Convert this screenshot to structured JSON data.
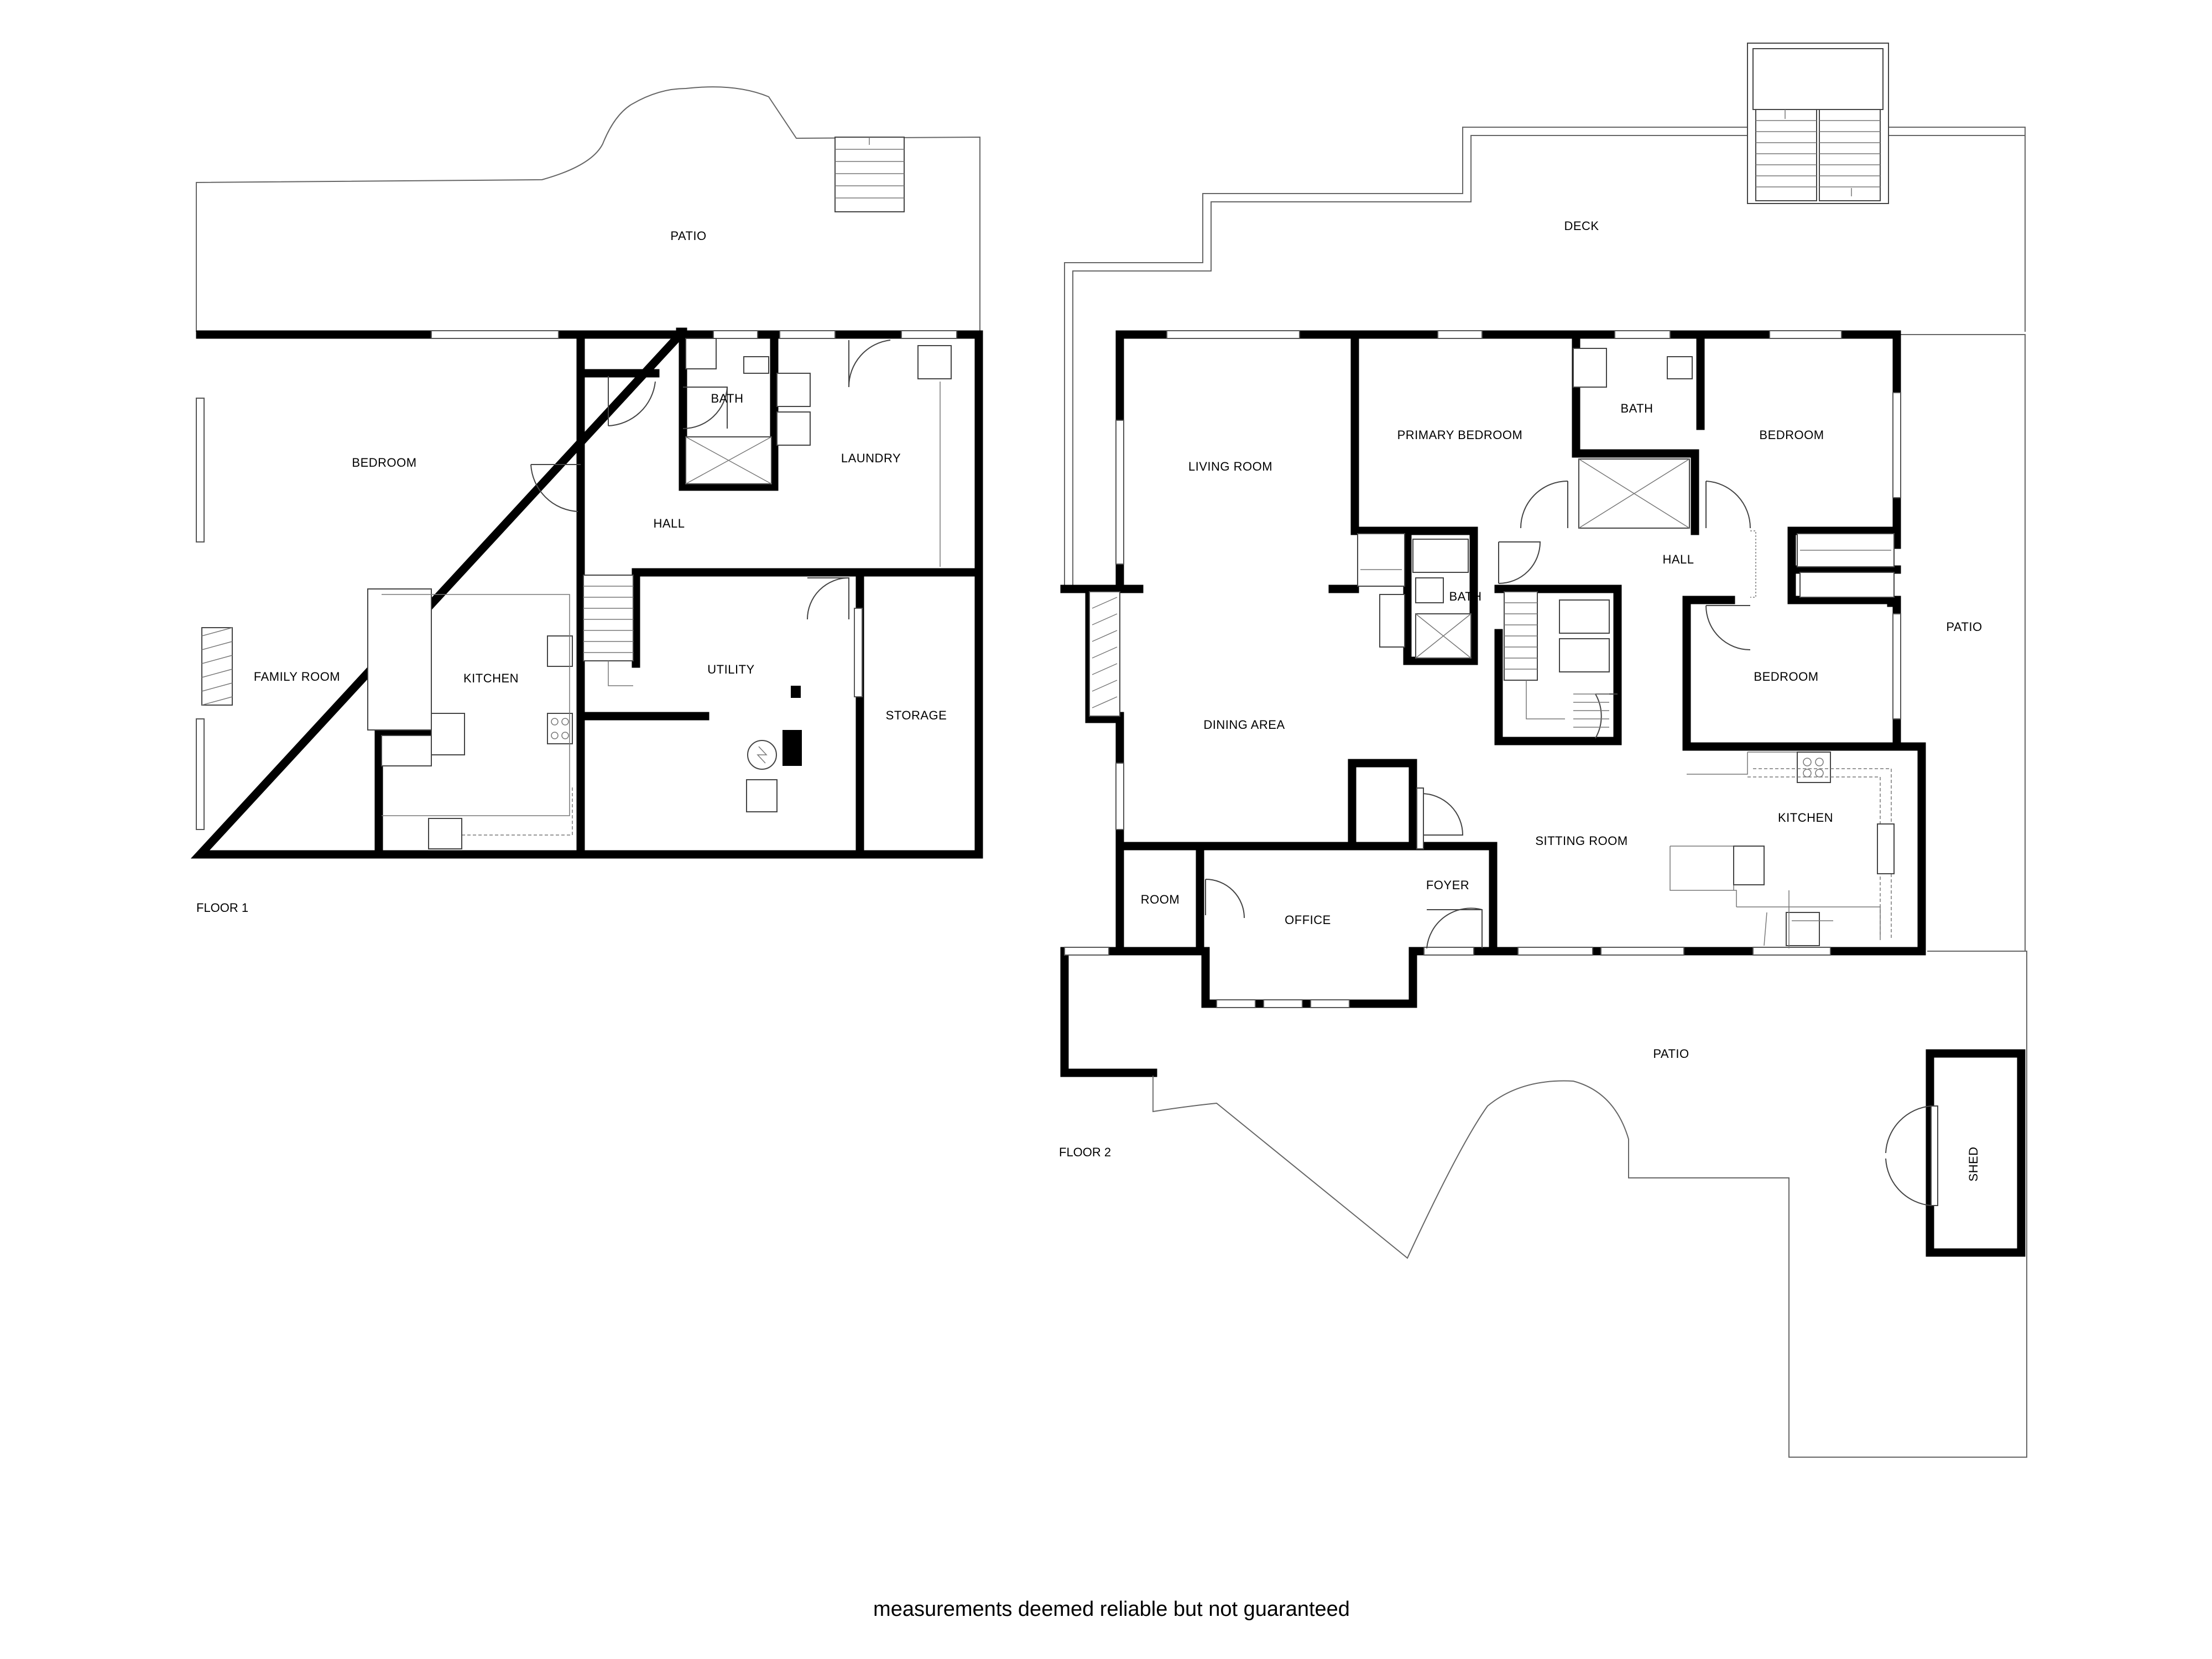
{
  "floor1": {
    "title": "FLOOR 1",
    "rooms": {
      "patio": "PATIO",
      "bedroom": "BEDROOM",
      "bath": "BATH",
      "laundry": "LAUNDRY",
      "hall": "HALL",
      "family_room": "FAMILY ROOM",
      "kitchen": "KITCHEN",
      "utility": "UTILITY",
      "storage": "STORAGE"
    }
  },
  "floor2": {
    "title": "FLOOR 2",
    "rooms": {
      "deck": "DECK",
      "living_room": "LIVING ROOM",
      "primary_bedroom": "PRIMARY BEDROOM",
      "bath_upper": "BATH",
      "bedroom_upper": "BEDROOM",
      "hall": "HALL",
      "bath_inner": "BATH",
      "patio_right": "PATIO",
      "bedroom_lower": "BEDROOM",
      "dining_area": "DINING AREA",
      "sitting_room": "SITTING ROOM",
      "kitchen": "KITCHEN",
      "room": "ROOM",
      "office": "OFFICE",
      "foyer": "FOYER",
      "patio_bottom": "PATIO",
      "shed": "SHED"
    }
  },
  "disclaimer": "measurements deemed reliable but not guaranteed"
}
